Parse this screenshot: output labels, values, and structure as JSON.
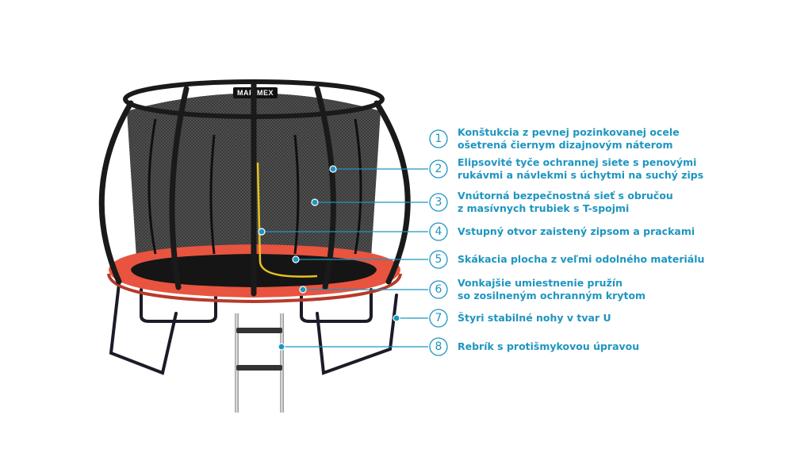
{
  "brand": "MARIMEX",
  "accent_color": "#1e95c0",
  "pad_color": "#e8543f",
  "callouts": [
    {
      "number": "1",
      "lines": [
        "Konštukcia z pevnej pozinkovanej ocele",
        "ošetrená čiernym dizajnovým náterom"
      ]
    },
    {
      "number": "2",
      "lines": [
        "Elipsovité tyče ochrannej siete s penovými",
        "rukávmi a návlekmi s úchytmi na suchý zips"
      ]
    },
    {
      "number": "3",
      "lines": [
        "Vnútorná bezpečnostná sieť s obručou",
        "z masívnych trubiek s T-spojmi"
      ]
    },
    {
      "number": "4",
      "lines": [
        "Vstupný otvor zaistený zipsom a prackami"
      ]
    },
    {
      "number": "5",
      "lines": [
        "Skákacia plocha z veľmi odolného materiálu"
      ]
    },
    {
      "number": "6",
      "lines": [
        "Vonkajšie umiestnenie pružín",
        "so zosilneným ochranným krytom"
      ]
    },
    {
      "number": "7",
      "lines": [
        "Štyri stabilné nohy v tvar U"
      ]
    },
    {
      "number": "8",
      "lines": [
        "Rebrík s protišmykovou úpravou"
      ]
    }
  ]
}
